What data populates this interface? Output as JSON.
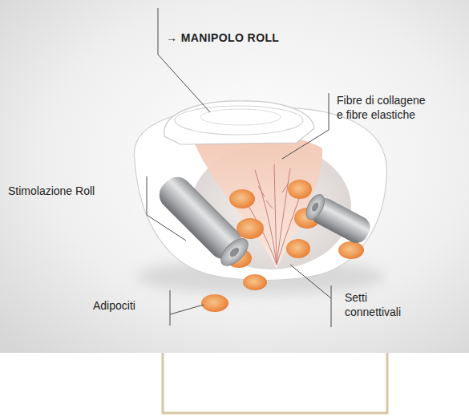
{
  "diagram": {
    "labels": [
      "→ MANIPOLO ROLL",
      "Fibre di collagene e fibre elastiche",
      "Stimolazione Roll",
      "Adipociti",
      "Setti connettivali"
    ]
  }
}
